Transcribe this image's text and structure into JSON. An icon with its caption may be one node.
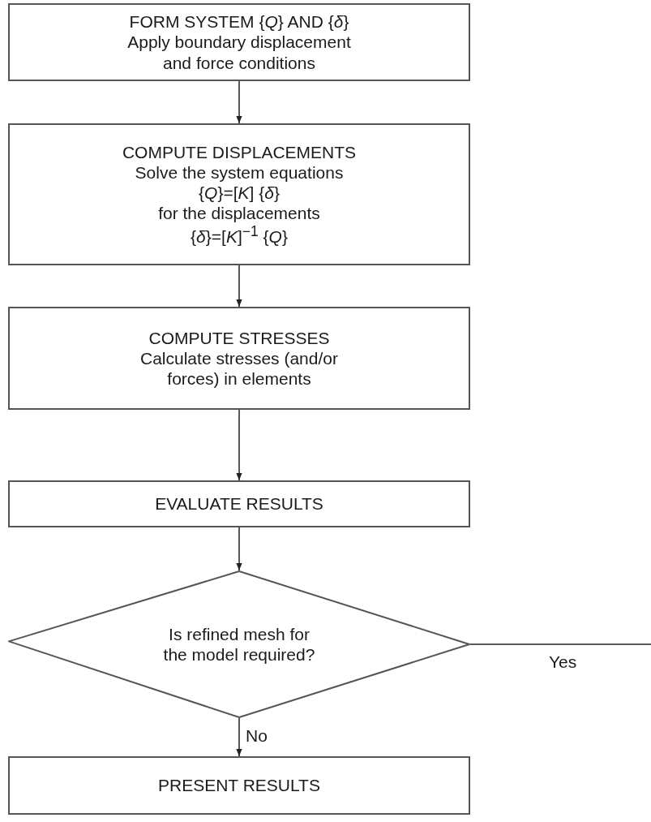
{
  "diagram": {
    "nodes": [
      {
        "text": [
          "FORM SYSTEM {*Q*} AND {*δ*}",
          "Apply boundary displacement and force conditions"
        ]
      },
      {
        "text": [
          "COMPUTE DISPLACEMENTS",
          "Solve the system equations",
          "{*Q*}=[*K*] {*δ*}",
          "for the displacements",
          "{*δ*}=[*K*]$^{−1}$ {*Q*}"
        ]
      },
      {
        "text": [
          "COMPUTE STRESSES",
          "Calculate stresses (and/or forces) in elements"
        ]
      },
      {
        "text": [
          "EVALUATE RESULTS"
        ]
      },
      {
        "text": [
          "Is refined mesh for the model required?"
        ]
      },
      {
        "text": [
          "PRESENT RESULTS"
        ]
      }
    ],
    "edges": [
      {
        "from": 0,
        "to": 1,
        "arrow": "to"
      },
      {
        "from": 1,
        "to": 2,
        "arrow": "to"
      },
      {
        "from": 2,
        "to": 3,
        "arrow": "to"
      },
      {
        "from": 3,
        "to": 4,
        "arrow": "to"
      },
      {
        "from": 4,
        "to": 5,
        "arrow": "to",
        "label": "No"
      },
      {
        "from": 4,
        "to": null,
        "arrow": "none",
        "label": "Yes"
      }
    ]
  }
}
